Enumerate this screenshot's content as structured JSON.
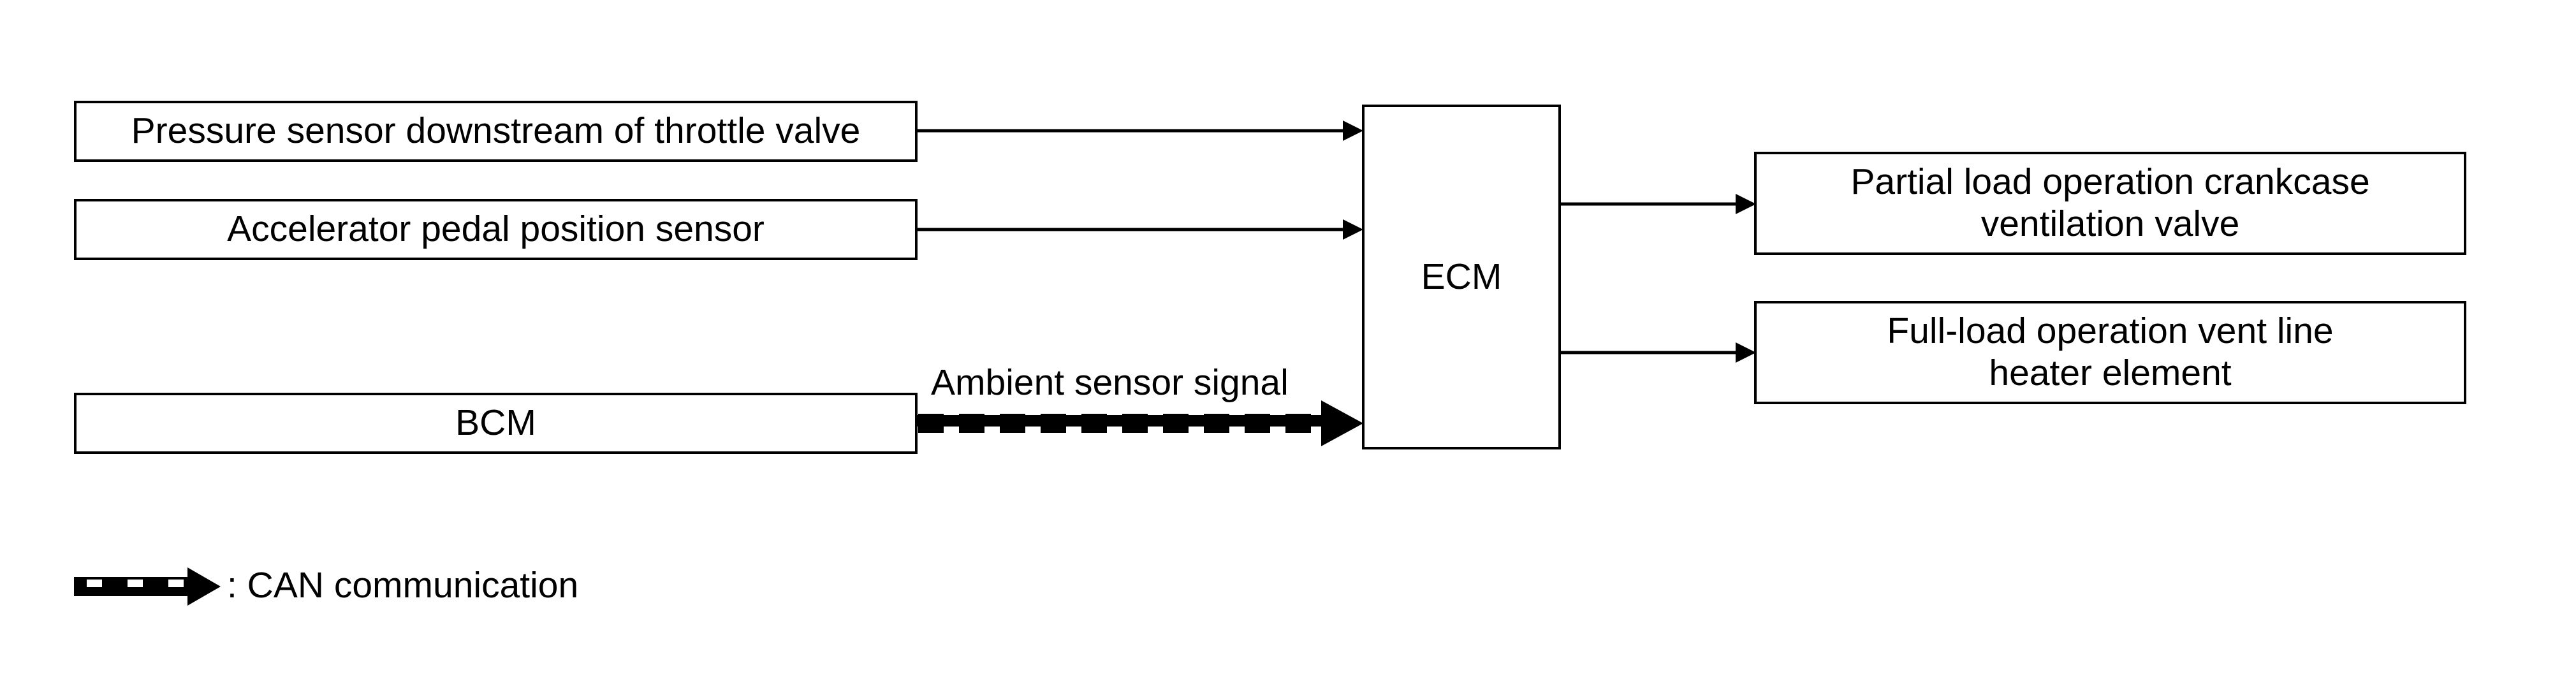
{
  "inputs": [
    {
      "label": "Pressure sensor downstream of throttle valve"
    },
    {
      "label": "Accelerator pedal position sensor"
    },
    {
      "label": "BCM"
    }
  ],
  "controller": {
    "label": "ECM"
  },
  "outputs": [
    {
      "label": "Partial load operation crankcase ventilation valve"
    },
    {
      "label": "Full-load operation vent line heater element"
    }
  ],
  "signals": {
    "ambient": "Ambient sensor signal"
  },
  "legend": {
    "can_label": ": CAN communication"
  }
}
